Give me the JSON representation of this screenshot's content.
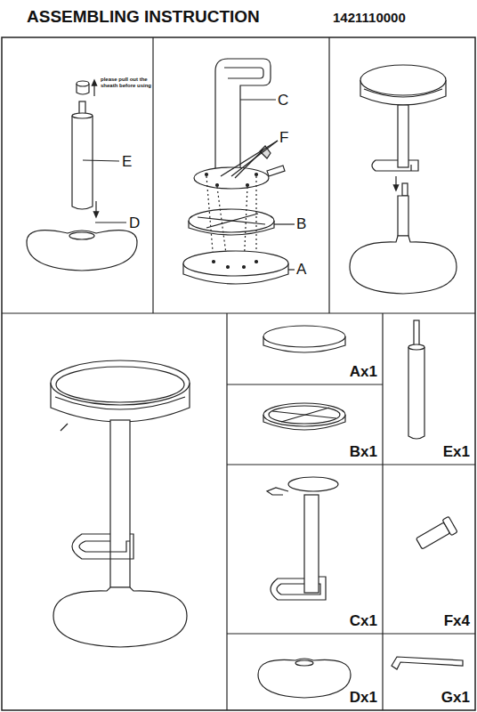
{
  "diagram": {
    "title": "ASSEMBLING  INSTRUCTION",
    "nodes": [
      {
        "text": [
          "Ax1"
        ]
      },
      {
        "text": [
          "Ex1"
        ]
      },
      {
        "text": [
          "Bx1"
        ]
      },
      {
        "text": [
          "Cx1"
        ]
      },
      {
        "text": [
          "Fx4"
        ]
      },
      {
        "text": [
          "Dx1"
        ]
      },
      {
        "text": [
          "Gx1"
        ]
      }
    ],
    "labels": [
      "1421110000",
      "please pull out the sheath before using",
      "E",
      "D",
      "C",
      "F",
      "B",
      "A"
    ]
  }
}
